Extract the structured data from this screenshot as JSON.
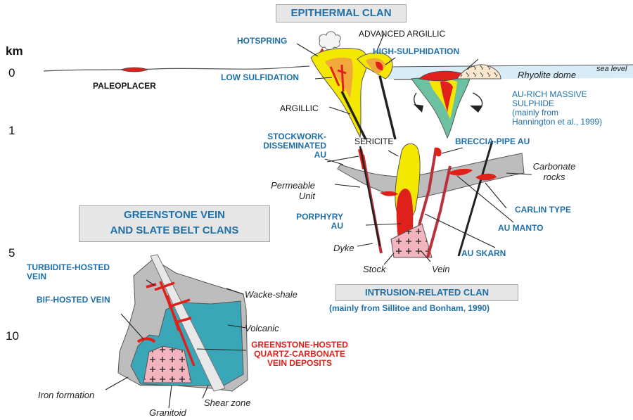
{
  "titles": {
    "epithermal": "EPITHERMAL CLAN",
    "greenstone_line1": "GREENSTONE VEIN",
    "greenstone_line2": "AND SLATE BELT CLANS",
    "intrusion": "INTRUSION-RELATED CLAN",
    "intrusion_source": "(mainly from Sillitoe and Bonham, 1990)"
  },
  "depth_axis": {
    "unit": "km",
    "ticks": [
      "0",
      "1",
      "5",
      "10"
    ]
  },
  "labels": {
    "hotspring": "HOTSPRING",
    "advanced_argillic": "ADVANCED ARGILLIC",
    "high_sulphidation": "HIGH-SULPHIDATION",
    "low_sulfidation": "LOW SULFIDATION",
    "argillic": "ARGILLIC",
    "paleoplacer": "PALEOPLACER",
    "rhyolite_dome": "Rhyolite dome",
    "sea_level": "sea level",
    "au_rich_vms_1": "AU-RICH MASSIVE",
    "au_rich_vms_2": "SULPHIDE",
    "au_rich_vms_src1": "(mainly from",
    "au_rich_vms_src2": "Hannington et al., 1999)",
    "stockwork_1": "STOCKWORK-",
    "stockwork_2": "DISSEMINATED",
    "stockwork_3": "AU",
    "sericite": "SERICITE",
    "breccia_pipe": "BRECCIA-PIPE AU",
    "carbonate_1": "Carbonate",
    "carbonate_2": "rocks",
    "permeable_1": "Permeable",
    "permeable_2": "Unit",
    "carlin": "CARLIN TYPE",
    "porphyry_1": "PORPHYRY",
    "porphyry_2": "AU",
    "au_manto": "AU MANTO",
    "dyke": "Dyke",
    "au_skarn": "AU SKARN",
    "stock": "Stock",
    "vein": "Vein",
    "turbidite_1": "TURBIDITE-HOSTED",
    "turbidite_2": "VEIN",
    "bif_hosted": "BIF-HOSTED VEIN",
    "wacke_shale": "Wacke-shale",
    "volcanic": "Volcanic",
    "greenstone_hosted_1": "GREENSTONE-HOSTED",
    "greenstone_hosted_2": "QUARTZ-CARBONATE",
    "greenstone_hosted_3": "VEIN DEPOSITS",
    "iron_formation": "Iron formation",
    "shear_zone": "Shear zone",
    "granitoid": "Granitoid"
  },
  "colors": {
    "label_blue": "#1f6fa8",
    "label_red": "#e0201b",
    "box_gray": "#e6e6e6",
    "ore_red": "#e0201b",
    "alteration_yellow": "#f5e800",
    "host_gray": "#bdbdbd",
    "volcanic_cyan": "#3aa7b8",
    "intrusion_pink": "#f3b3bf",
    "sea_blue": "#d8ecf7",
    "vms_green": "#6cc2a0"
  }
}
